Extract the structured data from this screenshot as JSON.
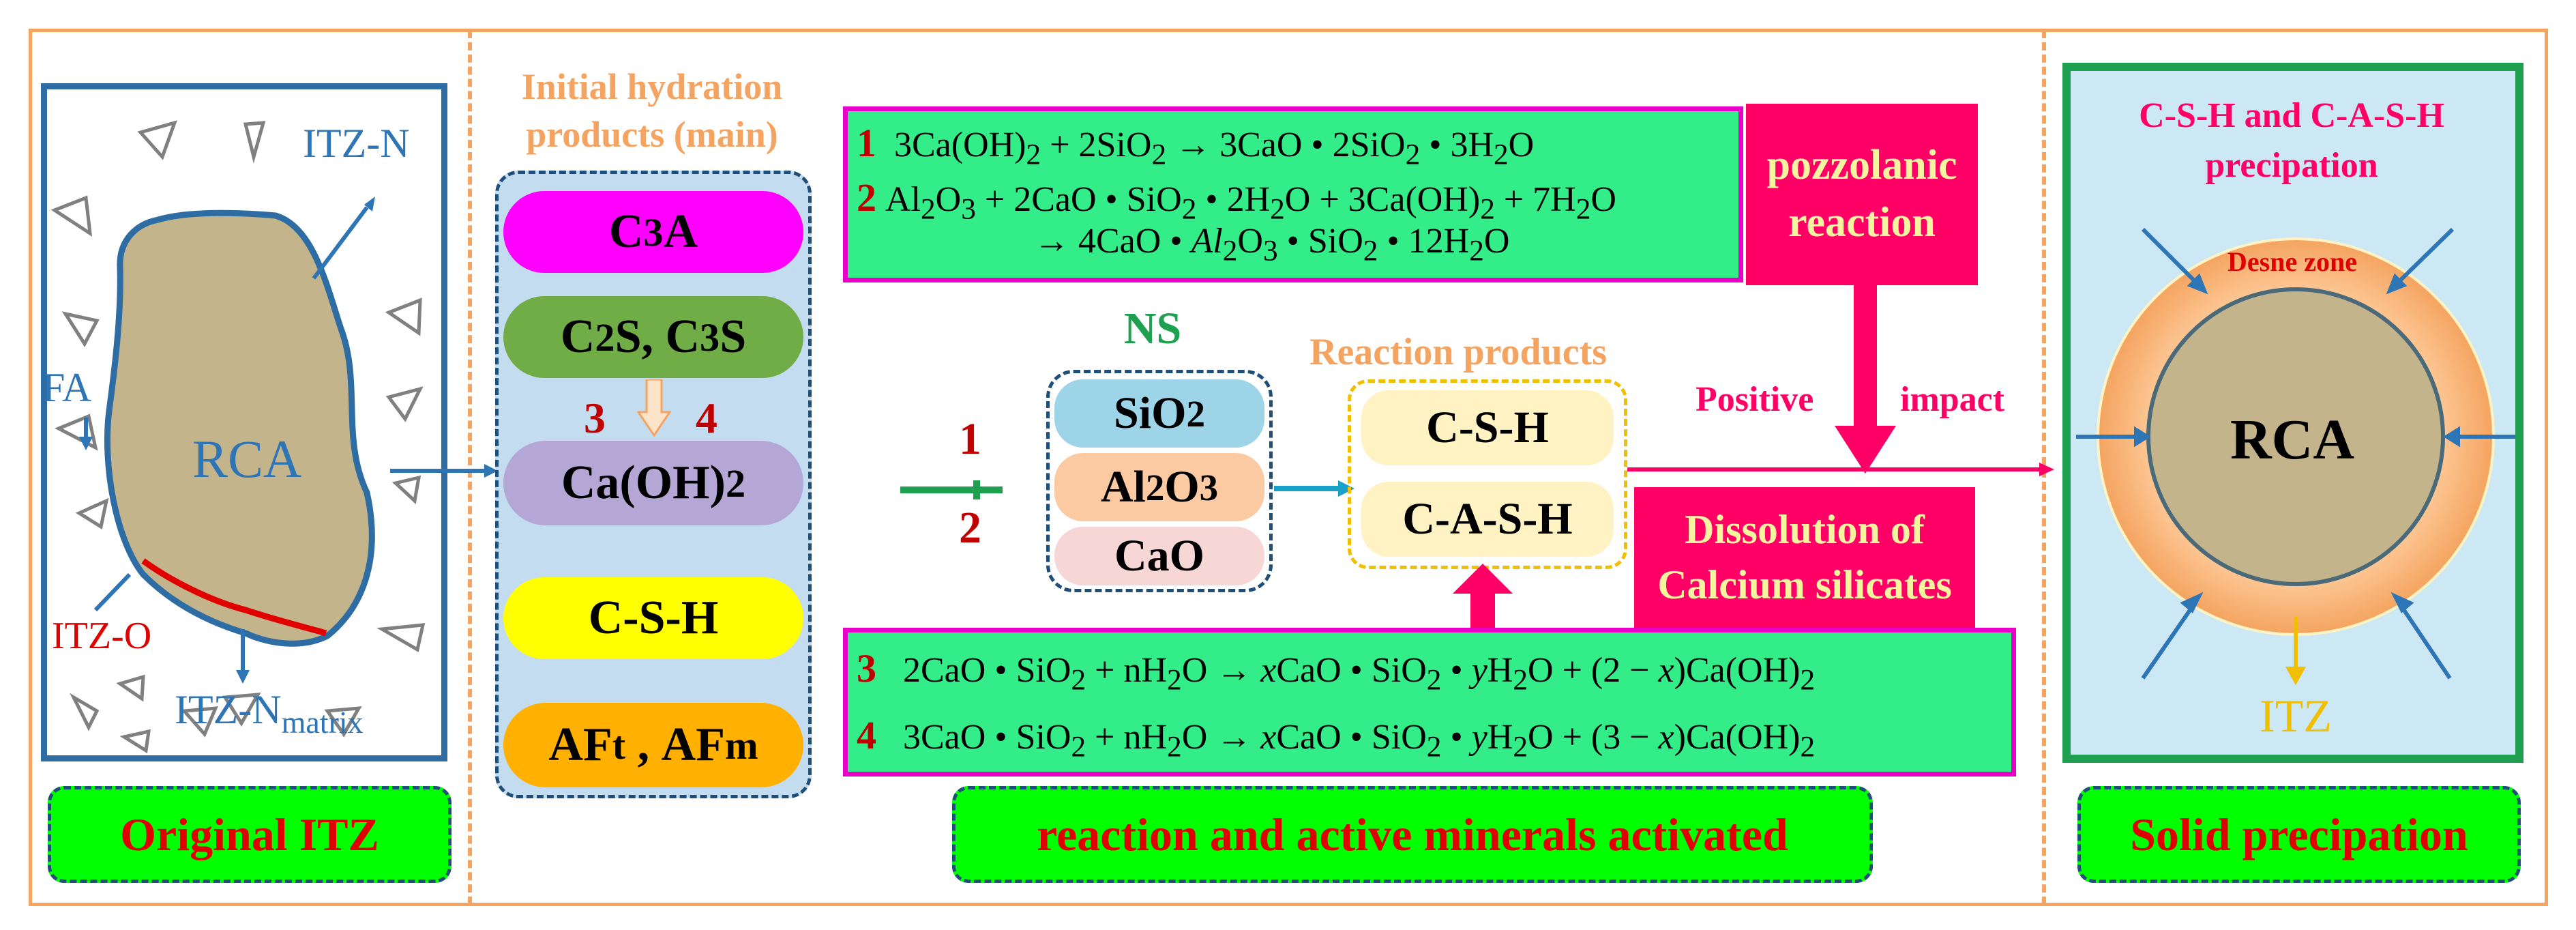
{
  "panel1": {
    "labels": {
      "itz_n_top": "ITZ-N",
      "fa": "FA",
      "rca": "RCA",
      "itz_o": "ITZ-O",
      "itz_n_bottom": "ITZ-N",
      "matrix": "matrix"
    },
    "caption": "Original ITZ"
  },
  "panel2": {
    "title_line1": "Initial hydration",
    "title_line2": "products (main)",
    "items": [
      "C3A",
      "C2S, C3S",
      "Ca(OH)2",
      "C-S-H",
      "AFt , AFm"
    ],
    "num3": "3",
    "num4": "4"
  },
  "panel3": {
    "eq_top": {
      "n1": "1",
      "n2": "2"
    },
    "eq_bottom": {
      "n3": "3",
      "n4": "4"
    },
    "pozzolanic": "pozzolanic reaction",
    "positive": "Positive",
    "impact": "impact",
    "ns_title": "NS",
    "ns_items": [
      "SiO2",
      "Al2O3",
      "CaO"
    ],
    "reaction_products_title": "Reaction products",
    "products": [
      "C-S-H",
      "C-A-S-H"
    ],
    "dissolution": "Dissolution of Calcium silicates",
    "left_num1": "1",
    "left_num2": "2",
    "caption": "reaction and active minerals activated"
  },
  "panel4": {
    "title": "C-S-H and C-A-S-H precipation",
    "dense_zone": "Desne zone",
    "rca": "RCA",
    "itz": "ITZ",
    "caption": "Solid precipation"
  }
}
